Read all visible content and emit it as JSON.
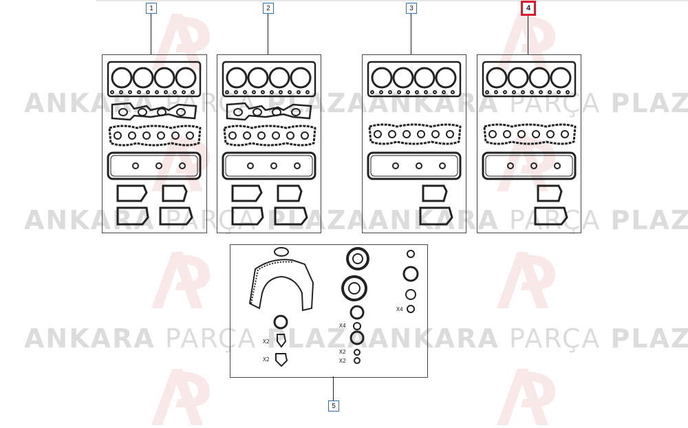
{
  "watermark": {
    "brand_primary": "ANKARA",
    "brand_secondary": "PARÇA",
    "brand_tertiary": "PLAZA",
    "color": "#d9d9d9",
    "logo_color": "#c62828"
  },
  "callouts": [
    {
      "label": "1",
      "selected": false
    },
    {
      "label": "2",
      "selected": false
    },
    {
      "label": "3",
      "selected": false
    },
    {
      "label": "4",
      "selected": true
    },
    {
      "label": "5",
      "selected": false
    }
  ],
  "colors": {
    "callout_border": "#2d6fb3",
    "selected_border": "#d81b2c",
    "line": "#222222"
  },
  "panel5": {
    "qty_labels": [
      "X2",
      "X2",
      "X4",
      "X2",
      "X2",
      "X4"
    ]
  }
}
